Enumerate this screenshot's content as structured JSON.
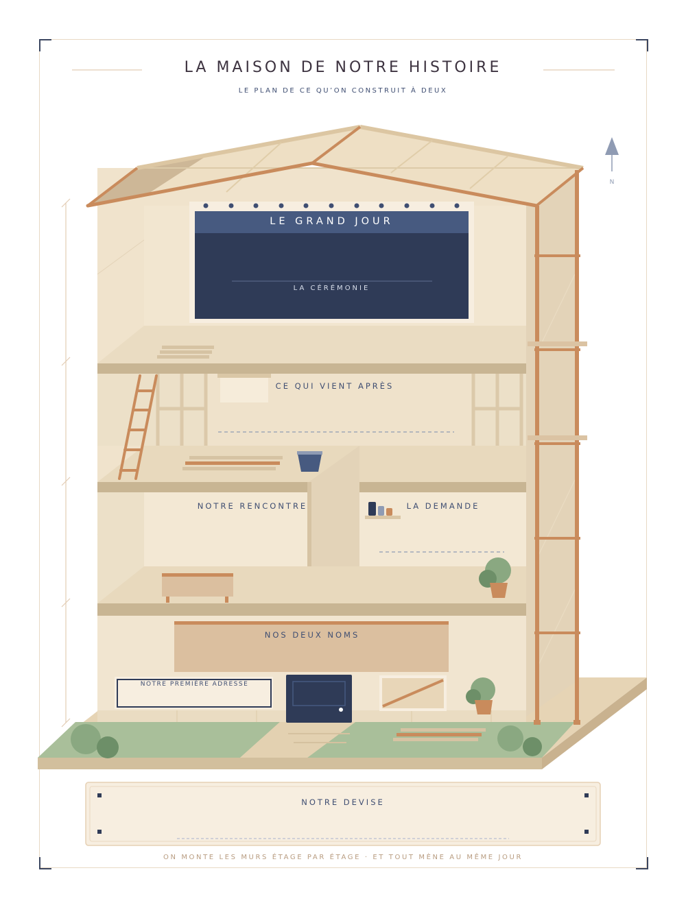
{
  "header": {
    "title": "LA MAISON DE NOTRE HISTOIRE",
    "subtitle": "LE PLAN DE CE QU’ON CONSTRUIT À DEUX"
  },
  "compass": {
    "label": "N",
    "icon": "north-arrow-icon"
  },
  "sections": {
    "banner_title": "LE GRAND JOUR",
    "banner_subtitle": "LA CÉRÉMONIE",
    "floor3_label": "CE QUI VIENT APRÈS",
    "floor2_left_label": "NOTRE RENCONTRE",
    "floor2_right_label": "LA DEMANDE",
    "ground_sign_label": "NOS DEUX NOMS",
    "address_label": "NOTRE PREMIÈRE ADRESSE"
  },
  "motto": {
    "label": "NOTRE DEVISE"
  },
  "footer": {
    "text": "ON MONTE LES MURS ÉTAGE PAR ÉTAGE · ET TOUT MÈNE AU MÊME JOUR"
  },
  "colors": {
    "navy": "#2f3b57",
    "navy_light": "#475a80",
    "wall": "#eee1c9",
    "wall_dark": "#e3d3b8",
    "beam": "#c8b593",
    "copper": "#c98b5c",
    "grass": "#a9bf9a",
    "bush_dark": "#6d8f68"
  }
}
